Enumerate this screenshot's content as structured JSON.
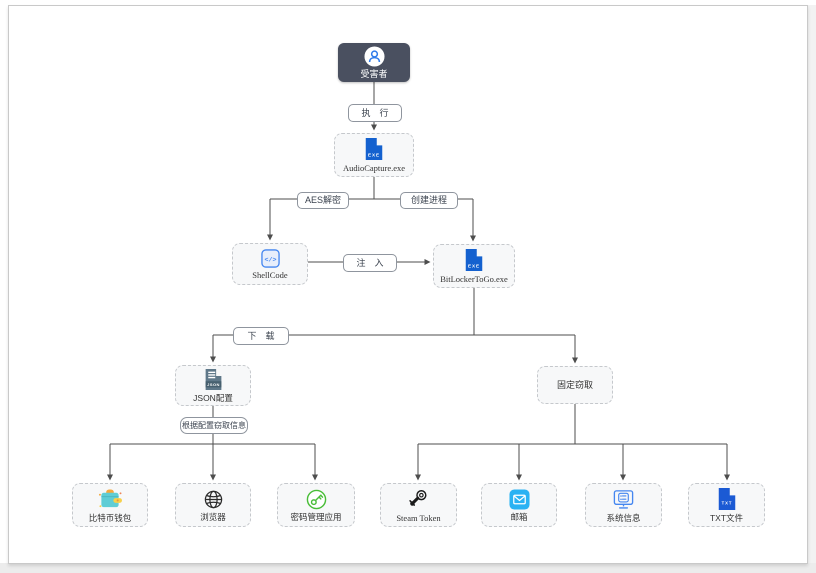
{
  "diagram": {
    "nodes": {
      "victim": {
        "label": "受害者"
      },
      "audio_capture": {
        "label": "AudioCapture.exe"
      },
      "shellcode": {
        "label": "ShellCode"
      },
      "bitlocker": {
        "label": "BitLockerToGo.exe"
      },
      "json_config": {
        "label": "JSON配置"
      },
      "fixed_steal": {
        "label": "固定窃取"
      },
      "bitcoin_wallet": {
        "label": "比特币钱包"
      },
      "browser": {
        "label": "浏览器"
      },
      "password_manager": {
        "label": "密码管理应用"
      },
      "steam_token": {
        "label": "Steam Token"
      },
      "mailbox": {
        "label": "邮箱"
      },
      "system_info": {
        "label": "系统信息"
      },
      "txt_file": {
        "label": "TXT文件"
      }
    },
    "edge_labels": {
      "execute": "执　行",
      "aes_decrypt": "AES解密",
      "create_process": "创建进程",
      "inject": "注　入",
      "download": "下　载",
      "steal_by_config": "根据配置窃取信息"
    },
    "icon_texts": {
      "exe": "EXE",
      "json": "JSON",
      "txt": "TXT",
      "code": "</>"
    },
    "colors": {
      "victim_box": "#4a5060",
      "exe_blue": "#1461cf",
      "mail_blue": "#29b2f3",
      "outline_blue": "#4486f0",
      "key_green": "#49bd38",
      "json_slate": "#5f7889",
      "wallet_teal": "#5fcdd5",
      "accent_orange": "#f6a83c",
      "line_gray": "#4d4d4d"
    }
  }
}
